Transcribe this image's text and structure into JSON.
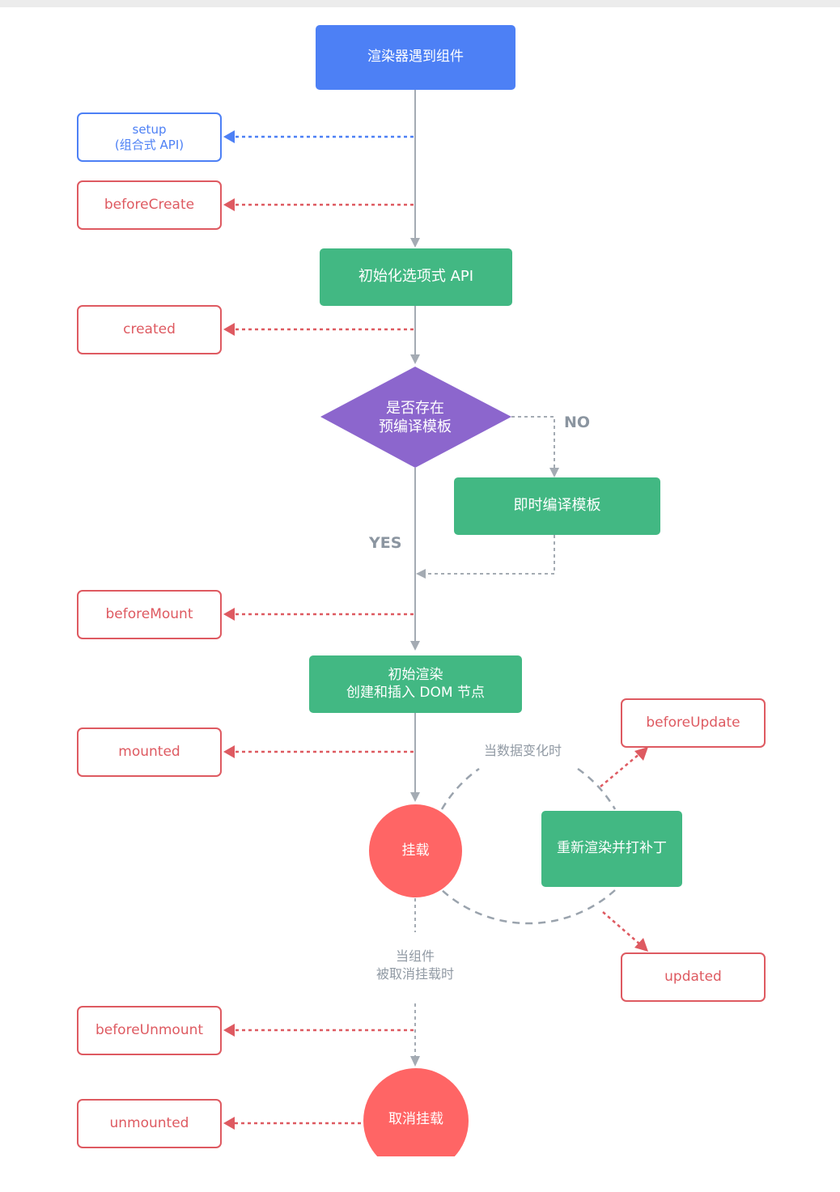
{
  "colors": {
    "flow_line": "#a4abb3",
    "blue": "#4d80f5",
    "green": "#42b883",
    "red": "#de5a61",
    "purple": "#8c66cd",
    "mount_red": "#ff6565",
    "dashed_gray": "#9aa3ad"
  },
  "nodes": {
    "renderer": "渲染器遇到组件",
    "setup_line1": "setup",
    "setup_line2": "(组合式 API)",
    "before_create": "beforeCreate",
    "init_options": "初始化选项式 API",
    "created": "created",
    "decision_line1": "是否存在",
    "decision_line2": "预编译模板",
    "compile": "即时编译模板",
    "before_mount": "beforeMount",
    "initial_render_line1": "初始渲染",
    "initial_render_line2": "创建和插入 DOM 节点",
    "mounted": "mounted",
    "mounted_state": "挂载",
    "rerender": "重新渲染并打补丁",
    "before_update": "beforeUpdate",
    "updated": "updated",
    "before_unmount": "beforeUnmount",
    "unmounted": "unmounted",
    "unmounted_state": "取消挂载"
  },
  "labels": {
    "no": "NO",
    "yes": "YES",
    "data_change": "当数据变化时",
    "unmount_line1": "当组件",
    "unmount_line2": "被取消挂载时"
  }
}
